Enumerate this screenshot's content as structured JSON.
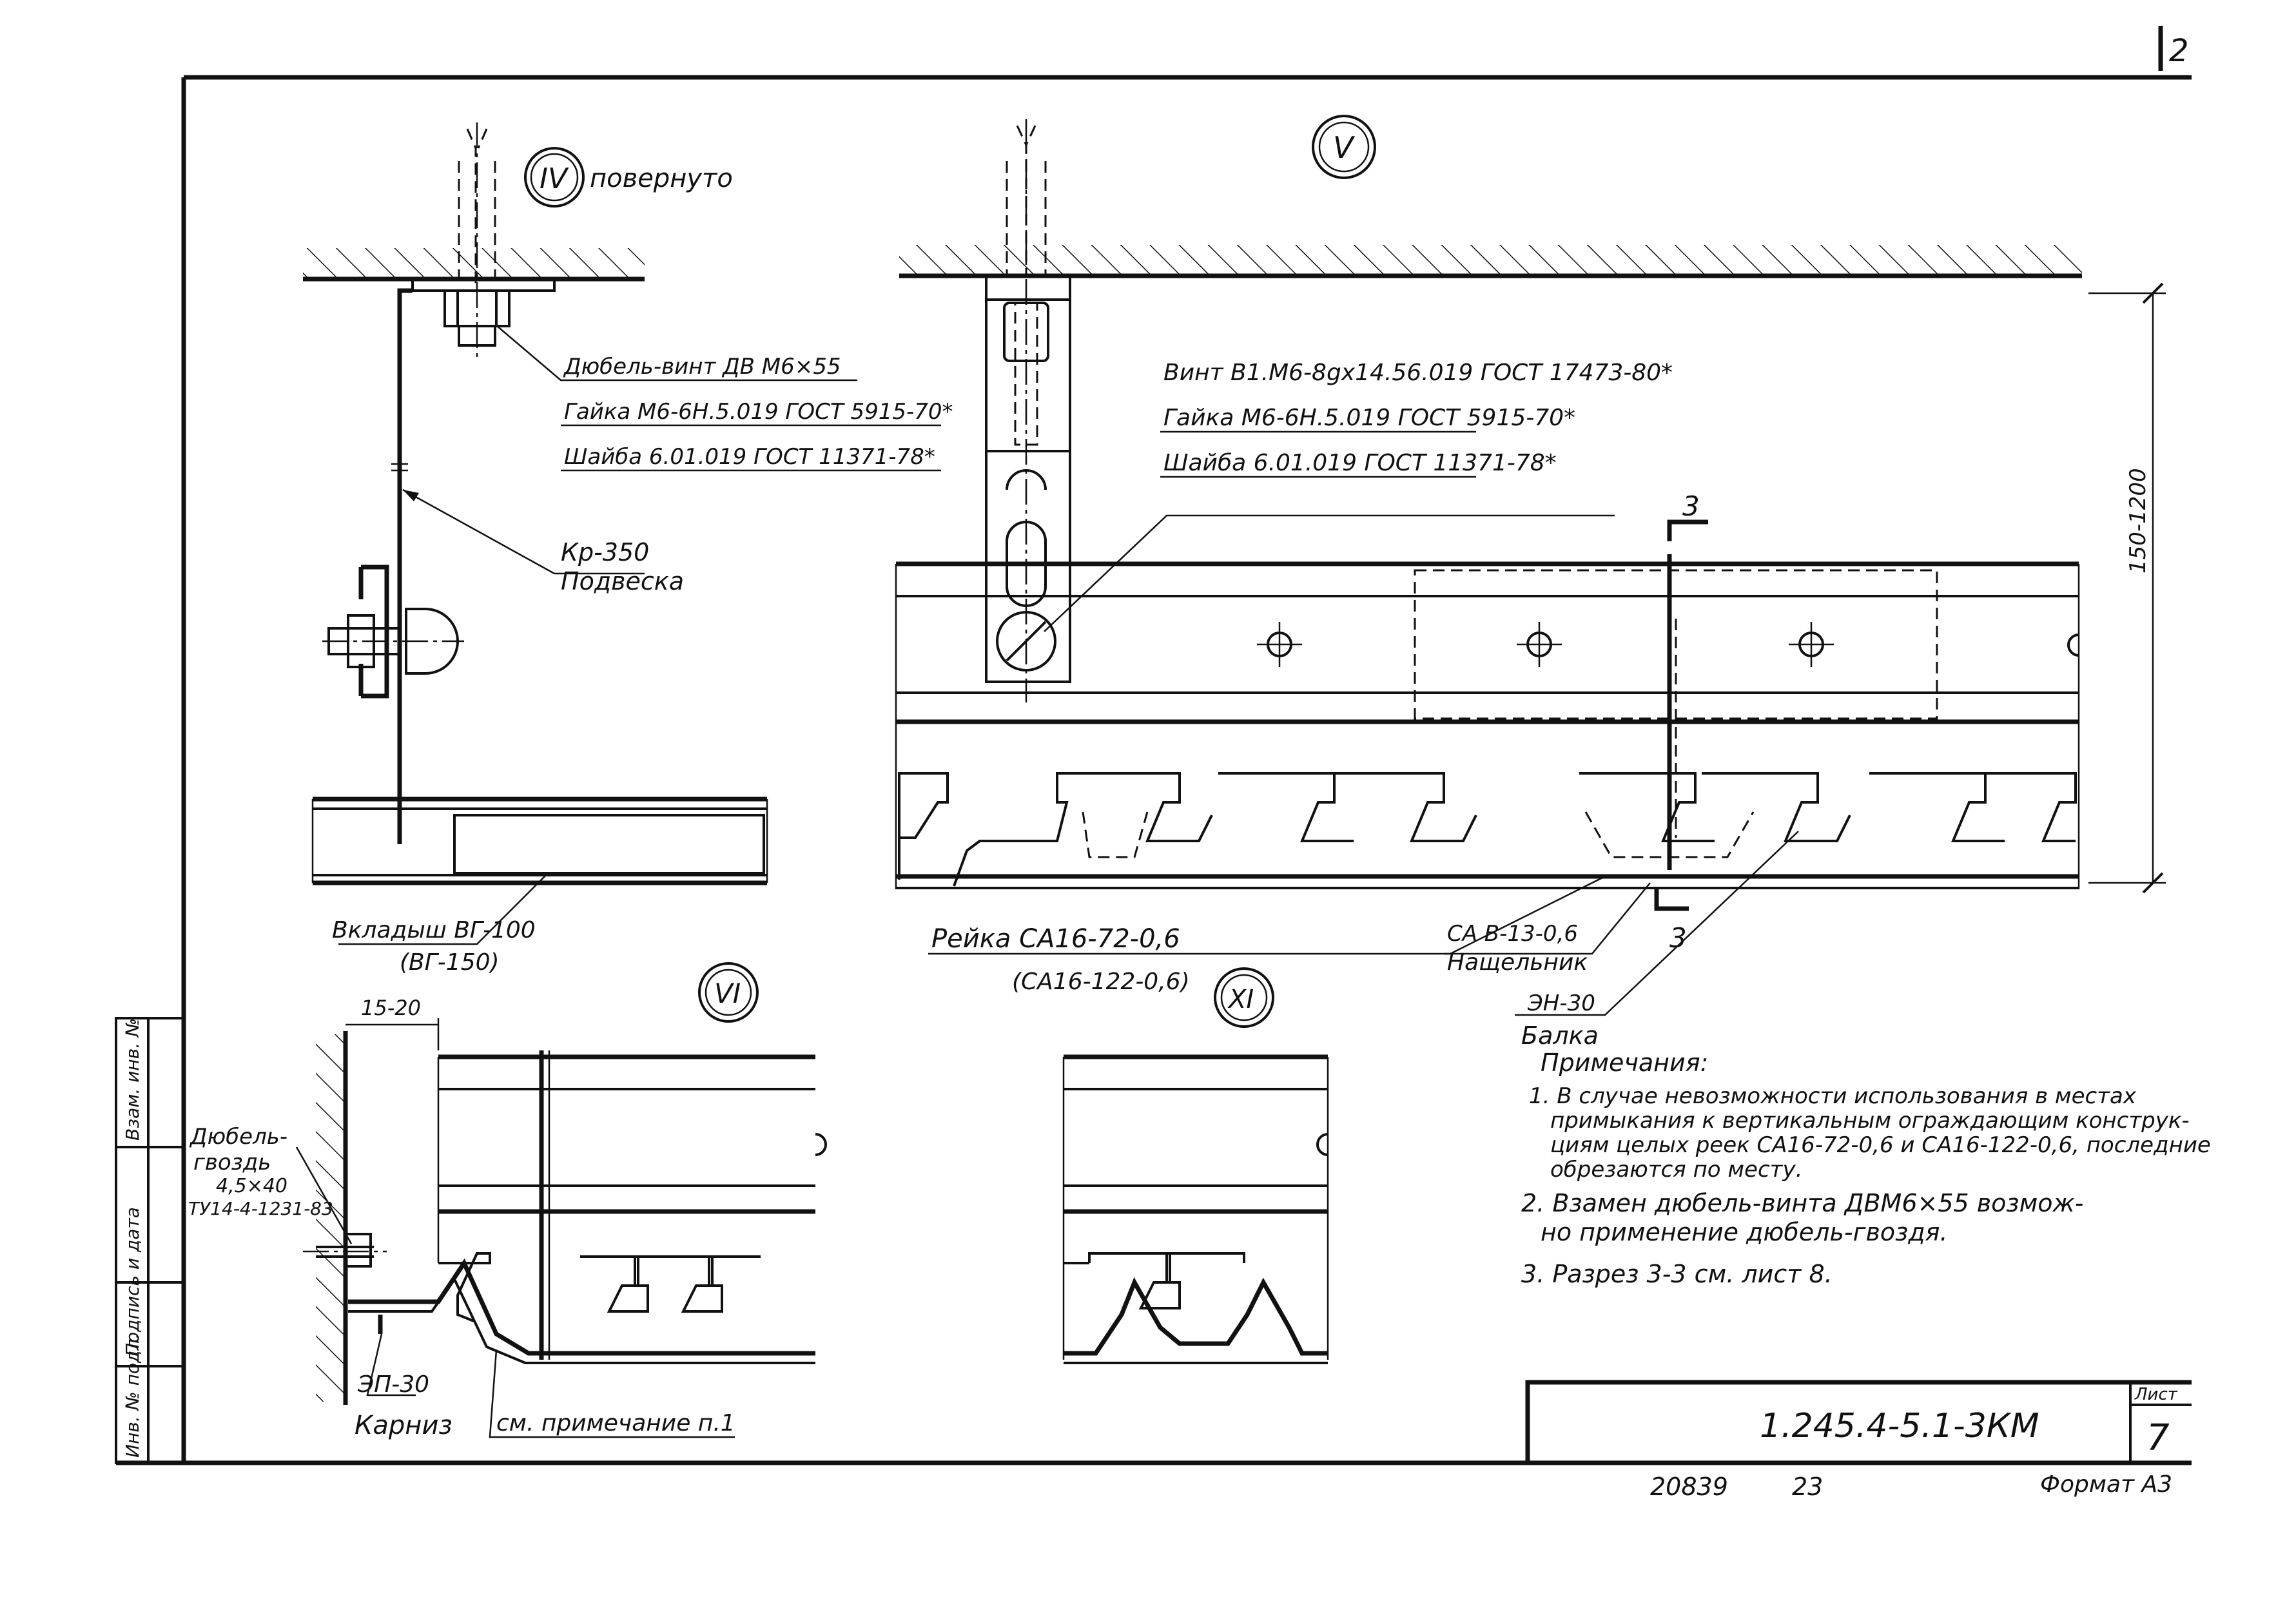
{
  "sheet": {
    "page_corner": "2",
    "format_label": "Формат А3",
    "inventory_number": "20839",
    "copy_number": "23"
  },
  "title_block": {
    "designation": "1.245.4-5.1-3КМ",
    "sheet_label": "Лист",
    "sheet_number": "7"
  },
  "side_stamp": {
    "fields": [
      "Инв. № подл.",
      "Подпись и дата",
      "Взам. инв. №"
    ]
  },
  "view_iv": {
    "marker": "IV",
    "suffix": "повернуто",
    "callouts": [
      "Дюбель-винт ДВ М6×55",
      "Гайка М6-6Н.5.019 ГОСТ 5915-70*",
      "Шайба 6.01.019 ГОСТ 11371-78*"
    ],
    "hanger_code": "Кр-350",
    "hanger_name": "Подвеска",
    "insert_label": "Вкладыш ВГ-100",
    "insert_alt": "(ВГ-150)"
  },
  "view_v": {
    "marker": "V",
    "callouts": [
      "Винт В1.М6-8gх14.56.019 ГОСТ 17473-80*",
      "Гайка М6-6Н.5.019 ГОСТ 5915-70*",
      "Шайба 6.01.019 ГОСТ 11371-78*"
    ],
    "dimension": "150-1200",
    "section_mark": "3",
    "rail_label": "Рейка  СА16-72-0,6",
    "rail_alt": "(СА16-122-0,6)",
    "cover_code": "СА В-13-0,6",
    "cover_name": "Нащельник",
    "beam_code": "ЭН-30",
    "beam_name": "Балка"
  },
  "view_vi": {
    "marker": "VI",
    "dim_label": "15-20",
    "dowel_lines": [
      "Дюбель-",
      "гвоздь",
      "4,5×40",
      "ТУ14-4-1231-83"
    ],
    "cornice_code": "ЭП-30",
    "cornice_name": "Карниз",
    "note_ref": "см. примечание п.1"
  },
  "view_xi": {
    "marker": "XI"
  },
  "notes": {
    "title": "Примечания:",
    "item1_lines": [
      "1. В случае невозможности использования в местах",
      "примыкания к вертикальным ограждающим конструк-",
      "циям целых реек СА16-72-0,6 и СА16-122-0,6, последние",
      "обрезаются по месту."
    ],
    "item2_lines": [
      "2. Взамен дюбель-винта ДВМ6×55   возмож-",
      "но применение  дюбель-гвоздя."
    ],
    "item3": "3. Разрез 3-3  см. лист 8."
  }
}
